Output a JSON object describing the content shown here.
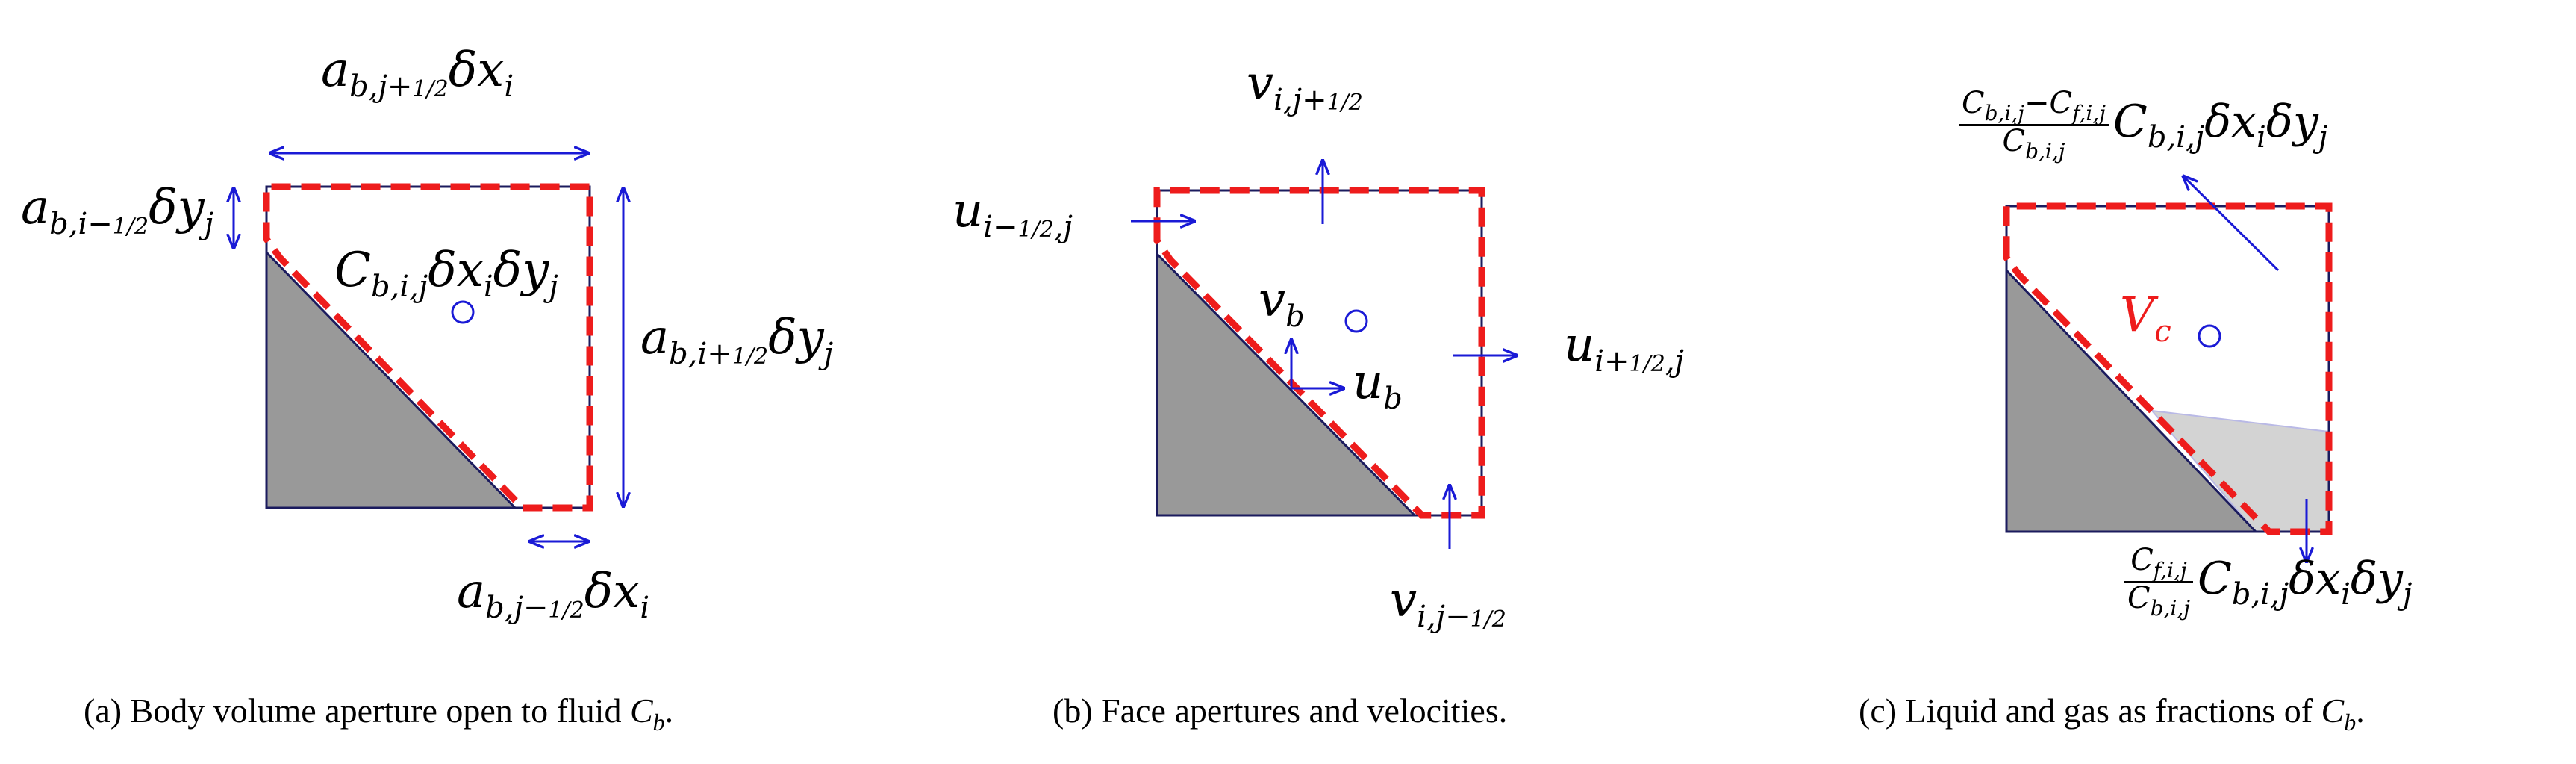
{
  "colors": {
    "solid": "#999999",
    "gas": "#d3d3d3",
    "outline": "#1b1b5e",
    "dashed": "#ee1c1c",
    "arrow": "#1a1ad6",
    "text": "#000000"
  },
  "panel_a": {
    "top_aperture": {
      "base": "a",
      "sub": "b,j+",
      "half": "1/2",
      "factor": "δx",
      "factor_sub": "i"
    },
    "left_aperture": {
      "base": "a",
      "sub": "b,i−",
      "half": "1/2",
      "factor": "δy",
      "factor_sub": "j"
    },
    "right_aperture": {
      "base": "a",
      "sub": "b,i+",
      "half": "1/2",
      "factor": "δy",
      "factor_sub": "j"
    },
    "bottom_aperture": {
      "base": "a",
      "sub": "b,j−",
      "half": "1/2",
      "factor": "δx",
      "factor_sub": "i"
    },
    "center_volume": {
      "base": "C",
      "sub": "b,i,j",
      "t1": "δx",
      "t1_sub": "i",
      "t2": "δy",
      "t2_sub": "j"
    },
    "caption": {
      "prefix": "(a) Body volume aperture open to fluid ",
      "symbol": "C",
      "symbol_sub": "b",
      "suffix": "."
    }
  },
  "panel_b": {
    "v_top": {
      "base": "v",
      "sub": "i,j+",
      "half": "1/2"
    },
    "u_left": {
      "base": "u",
      "sub_pre": "i−",
      "half": "1/2",
      "sub_post": ",j"
    },
    "u_right": {
      "base": "u",
      "sub_pre": "i+",
      "half": "1/2",
      "sub_post": ",j"
    },
    "v_bottom": {
      "base": "v",
      "sub": "i,j−",
      "half": "1/2"
    },
    "vb": {
      "base": "v",
      "sub": "b"
    },
    "ub": {
      "base": "u",
      "sub": "b"
    },
    "caption": "(b) Face apertures and velocities."
  },
  "panel_c": {
    "top_frac": {
      "num_c1": "C",
      "num_c1_sub": "b,i,j",
      "minus": "−",
      "num_c2": "C",
      "num_c2_sub": "f,i,j",
      "den": "C",
      "den_sub": "b,i,j",
      "tail_c": "C",
      "tail_c_sub": "b,i,j",
      "t1": "δx",
      "t1_sub": "i",
      "t2": "δy",
      "t2_sub": "j"
    },
    "bottom_frac": {
      "num": "C",
      "num_sub": "f,i,j",
      "den": "C",
      "den_sub": "b,i,j",
      "tail_c": "C",
      "tail_c_sub": "b,i,j",
      "t1": "δx",
      "t1_sub": "i",
      "t2": "δy",
      "t2_sub": "j"
    },
    "vc": {
      "base": "V",
      "sub": "c"
    },
    "caption": {
      "prefix": "(c) Liquid and gas as fractions of ",
      "symbol": "C",
      "symbol_sub": "b",
      "suffix": "."
    }
  }
}
